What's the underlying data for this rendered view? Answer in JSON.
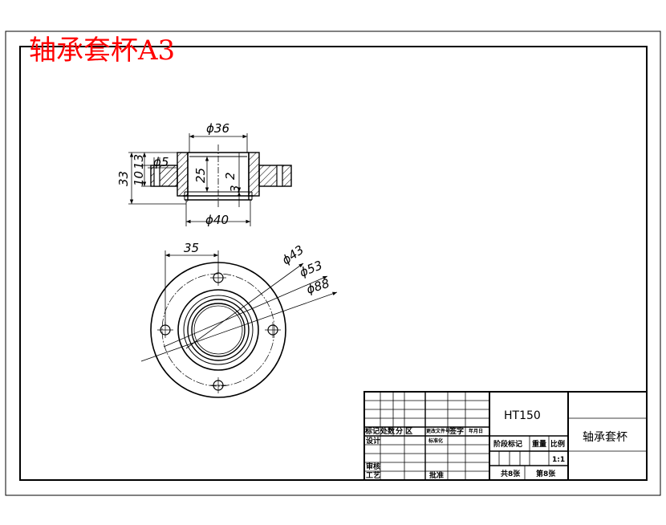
{
  "sheet_title": "轴承套杯A3",
  "section_view": {
    "dims": {
      "d36": "ϕ36",
      "d40": "ϕ40",
      "d5": "ϕ5",
      "h33": "33",
      "h10": "10",
      "h13": "13",
      "h25": "25",
      "h2": "2",
      "h3": "3"
    }
  },
  "plan_view": {
    "dims": {
      "d35": "35",
      "d43": "ϕ43",
      "d53": "ϕ53",
      "d88": "ϕ88"
    }
  },
  "title_block": {
    "material": "HT150",
    "part_name": "轴承套杯",
    "scale": "1:1",
    "labels": {
      "mark": "标记",
      "count": "处数",
      "zone": "分 区",
      "change_doc": "更改文件号",
      "signature": "签字",
      "date": "年月日",
      "design": "设计",
      "standardize": "标准化",
      "stage_mark": "阶段标记",
      "weight": "重量",
      "ratio": "比例",
      "review": "审核",
      "process": "工艺",
      "approve": "批准",
      "total_sheets": "共8张",
      "sheet_no": "第8张"
    }
  }
}
